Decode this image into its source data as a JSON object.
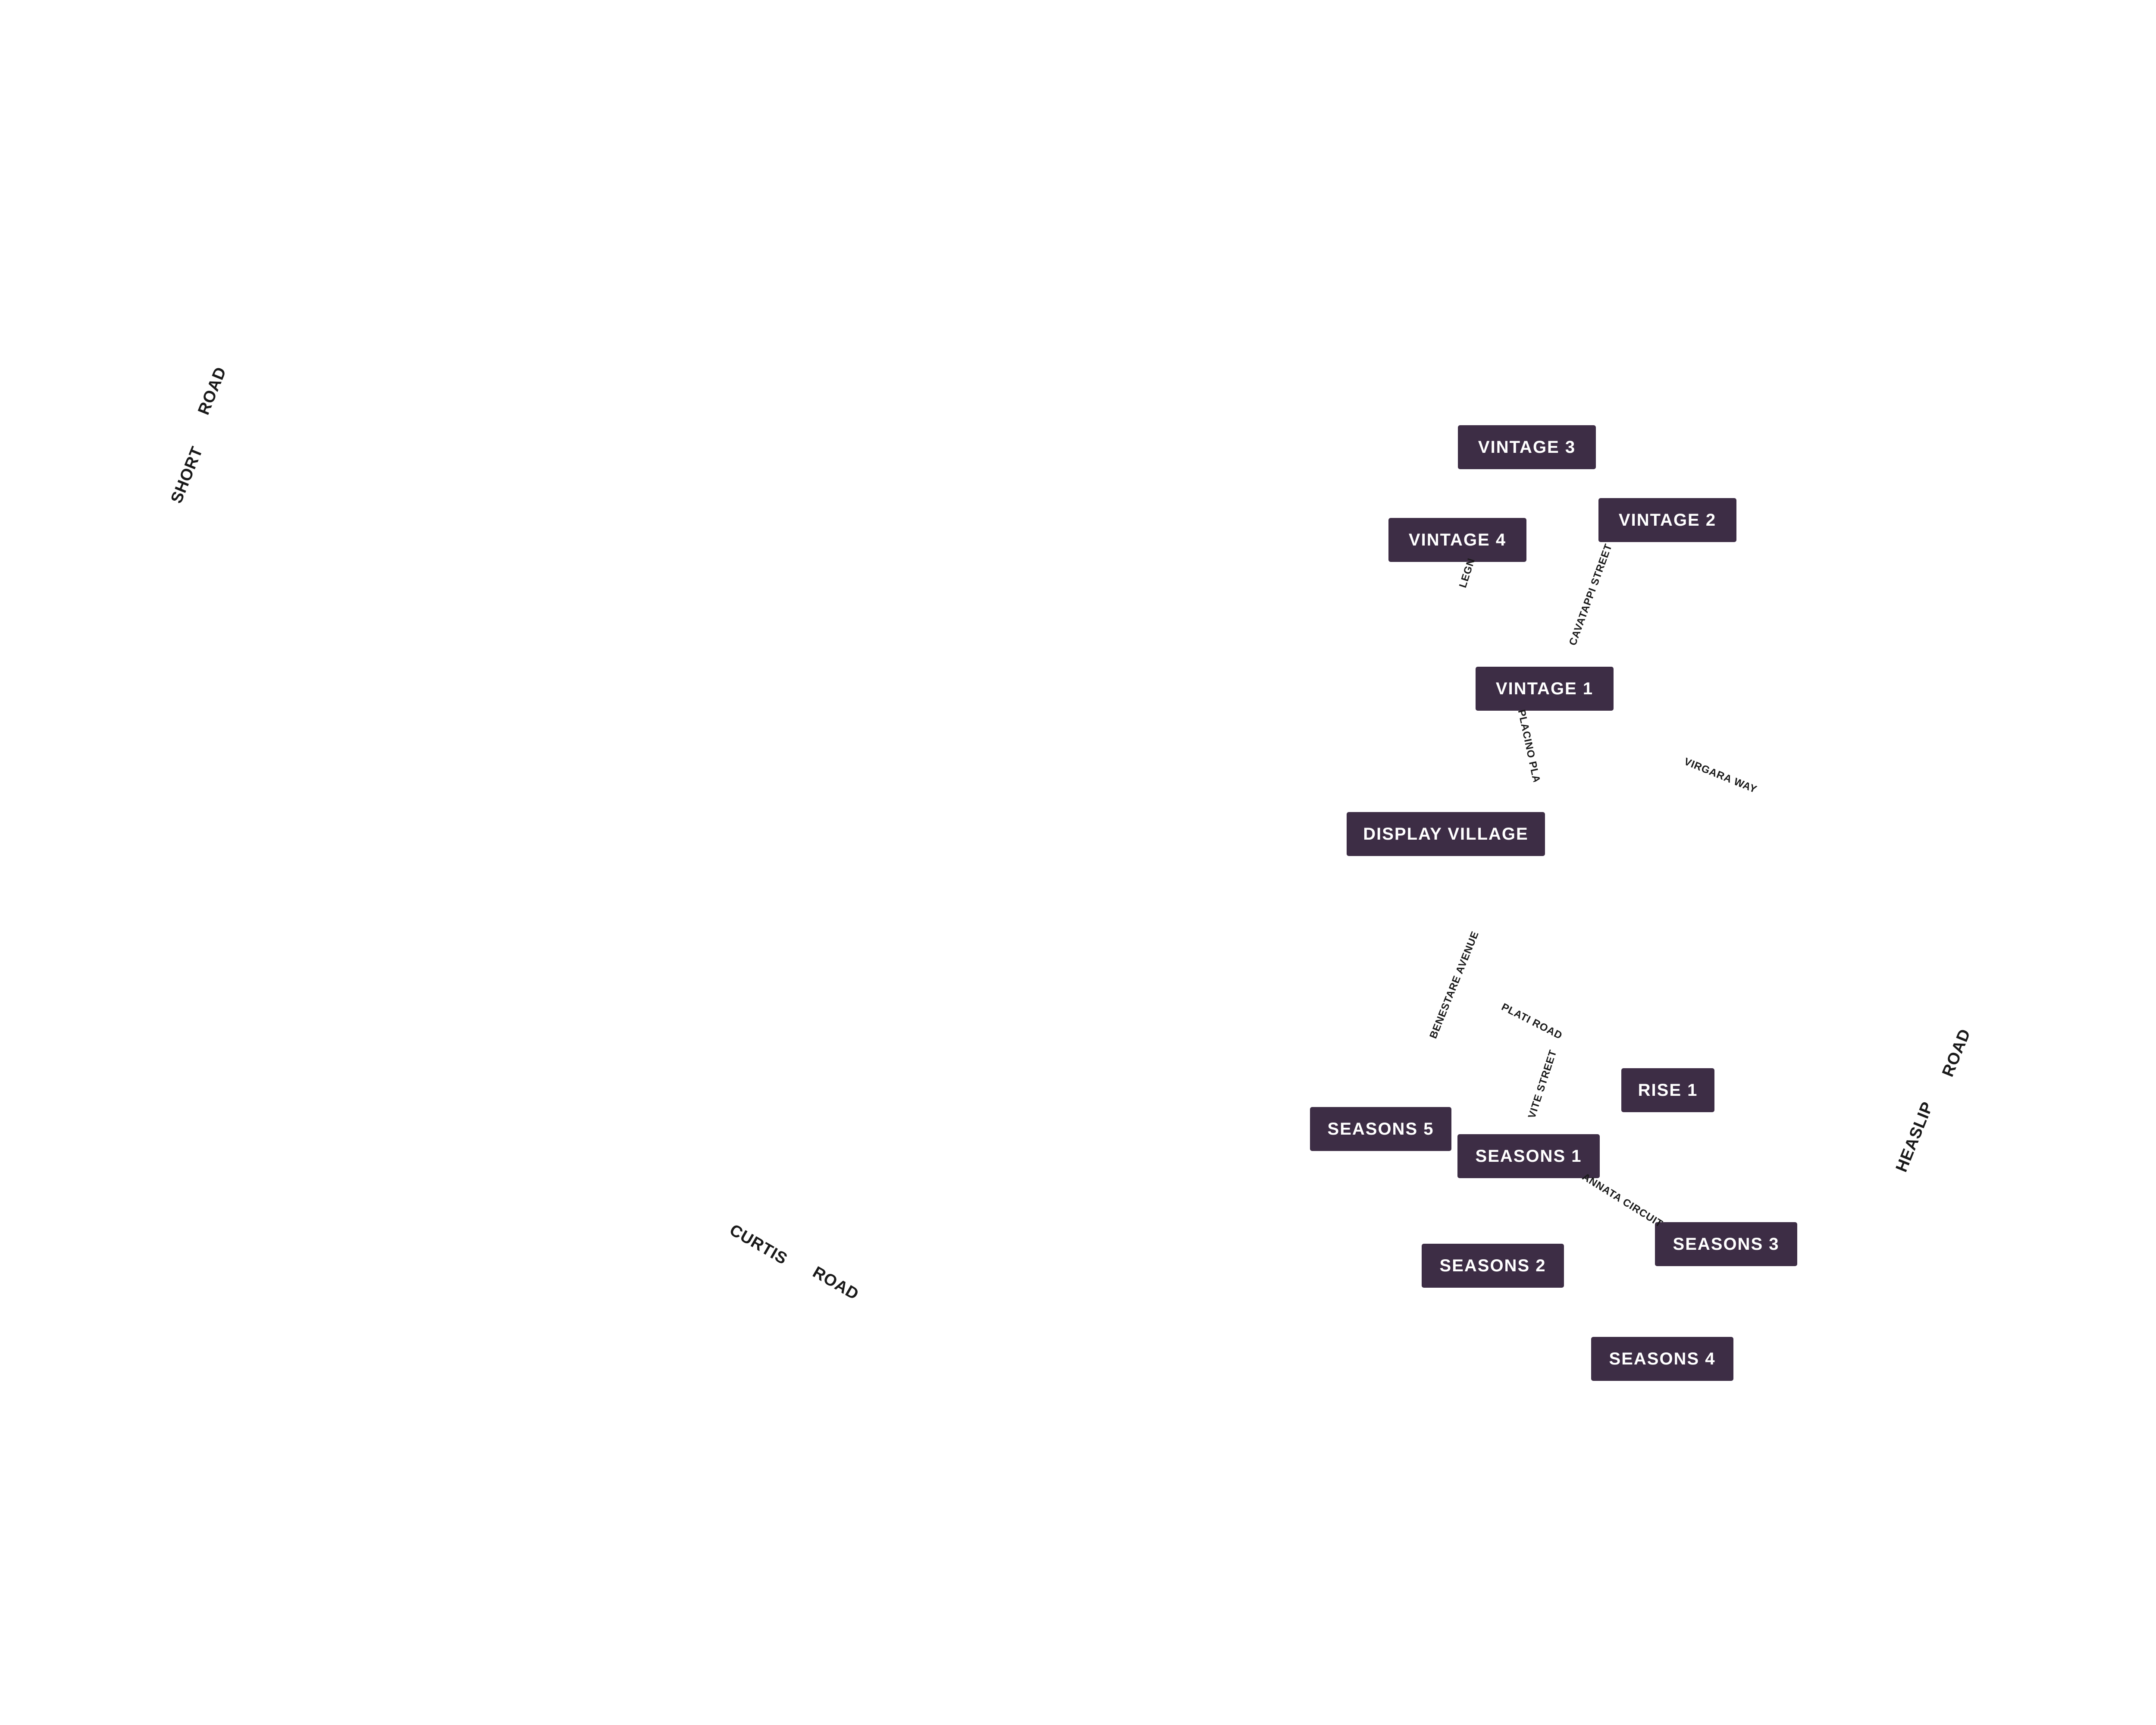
{
  "map": {
    "background": "#ffffff",
    "stage_color": "#3d2d45",
    "text_color": "#ffffff",
    "road_color": "#1a1a1a",
    "stages": [
      {
        "id": "v3",
        "label": "VINTAGE 3"
      },
      {
        "id": "v2",
        "label": "VINTAGE 2"
      },
      {
        "id": "v4",
        "label": "VINTAGE 4"
      },
      {
        "id": "v1",
        "label": "VINTAGE 1"
      },
      {
        "id": "dv",
        "label": "DISPLAY VILLAGE"
      },
      {
        "id": "r1",
        "label": "RISE 1"
      },
      {
        "id": "s5",
        "label": "SEASONS 5"
      },
      {
        "id": "s1",
        "label": "SEASONS 1"
      },
      {
        "id": "s3",
        "label": "SEASONS 3"
      },
      {
        "id": "s2",
        "label": "SEASONS 2"
      },
      {
        "id": "s4",
        "label": "SEASONS 4"
      }
    ],
    "roads": {
      "short_a": "SHORT",
      "short_b": "ROAD",
      "curtis_a": "CURTIS",
      "curtis_b": "ROAD",
      "heaslip_a": "HEASLIP",
      "heaslip_b": "ROAD",
      "legno": "LEGNO",
      "cavatappi": "CAVATAPPI STREET",
      "placino": "PLACINO PLACE",
      "virgara": "VIRGARA  WAY",
      "benestare": "BENESTARE AVENUE",
      "plati": "PLATI ROAD",
      "vite": "VITE STREET",
      "annata": "ANNATA  CIRCUIT"
    }
  }
}
